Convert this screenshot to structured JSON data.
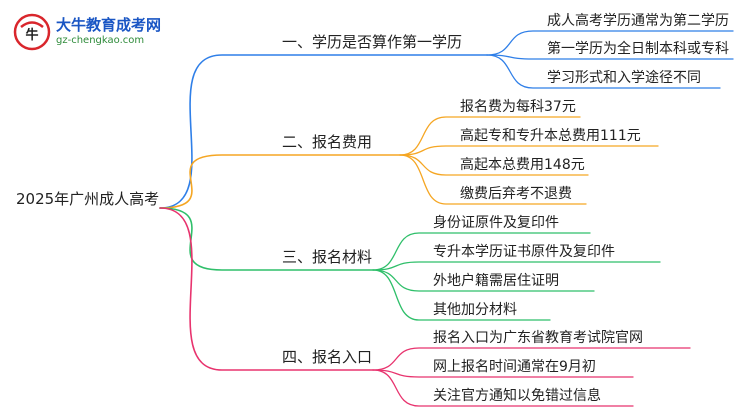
{
  "logo": {
    "title": "大牛教育成考网",
    "url": "gz-chengkao.com"
  },
  "root": "2025年广州成人高考",
  "branches": [
    {
      "label": "一、学历是否算作第一学历",
      "color": "#2f7fe8",
      "leaves": [
        "成人高考学历通常为第二学历",
        "第一学历为全日制本科或专科",
        "学习形式和入学途径不同"
      ]
    },
    {
      "label": "二、报名费用",
      "color": "#f5a623",
      "leaves": [
        "报名费为每科37元",
        "高起专和专升本总费用111元",
        "高起本总费用148元",
        "缴费后弃考不退费"
      ]
    },
    {
      "label": "三、报名材料",
      "color": "#2fbf6a",
      "leaves": [
        "身份证原件及复印件",
        "专升本学历证书原件及复印件",
        "外地户籍需居住证明",
        "其他加分材料"
      ]
    },
    {
      "label": "四、报名入口",
      "color": "#e8336e",
      "leaves": [
        "报名入口为广东省教育考试院官网",
        "网上报名时间通常在9月初",
        "关注官方通知以免错过信息"
      ]
    }
  ]
}
